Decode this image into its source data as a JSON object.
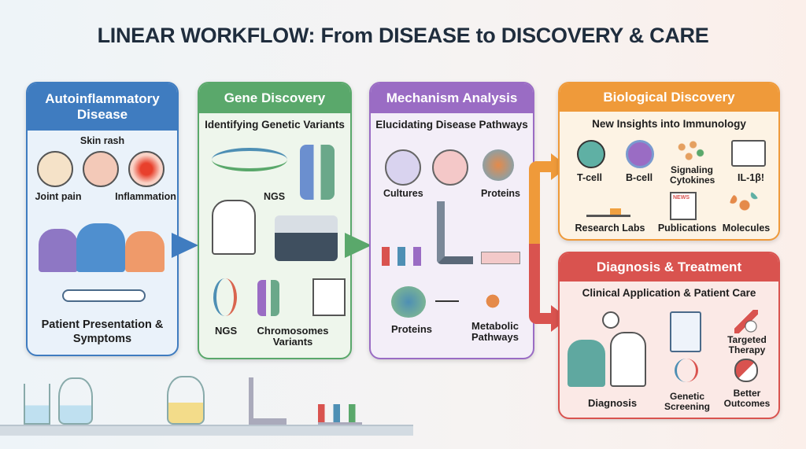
{
  "title": {
    "part1": "LINEAR WORKFLOW:",
    "part2": "From",
    "part3": "DISEASE",
    "part4": "to",
    "part5": "DISCOVERY & CARE"
  },
  "colors": {
    "blue": "#3f7cc0",
    "green": "#5aa86b",
    "purple": "#9a6cc4",
    "orange": "#ef9a3a",
    "red": "#d9534f"
  },
  "panels": {
    "disease": {
      "title": "Autoinflammatory Disease",
      "labels": [
        "Skin rash",
        "Joint pain",
        "Inflammation"
      ],
      "footer": "Patient Presentation & Symptoms"
    },
    "gene": {
      "title": "Gene Discovery",
      "subtitle": "Identifying Genetic Variants",
      "labels": [
        "NGS",
        "NGS",
        "Chromosomes Variants"
      ]
    },
    "mechanism": {
      "title": "Mechanism Analysis",
      "subtitle": "Elucidating Disease Pathways",
      "labels": [
        "Cultures",
        "Proteins",
        "Proteins",
        "Metabolic Pathways"
      ]
    },
    "biological": {
      "title": "Biological Discovery",
      "subtitle": "New Insights into Immunology",
      "labels": [
        "T-cell",
        "B-cell",
        "Signaling Cytokines",
        "IL-1β!",
        "Research Labs",
        "Publications",
        "Molecules"
      ],
      "news_tag": "NEWS"
    },
    "diagnosis": {
      "title": "Diagnosis & Treatment",
      "subtitle": "Clinical Application & Patient Care",
      "labels": [
        "Diagnosis",
        "Targeted Therapy",
        "Genetic Screening",
        "Better Outcomes"
      ]
    }
  }
}
